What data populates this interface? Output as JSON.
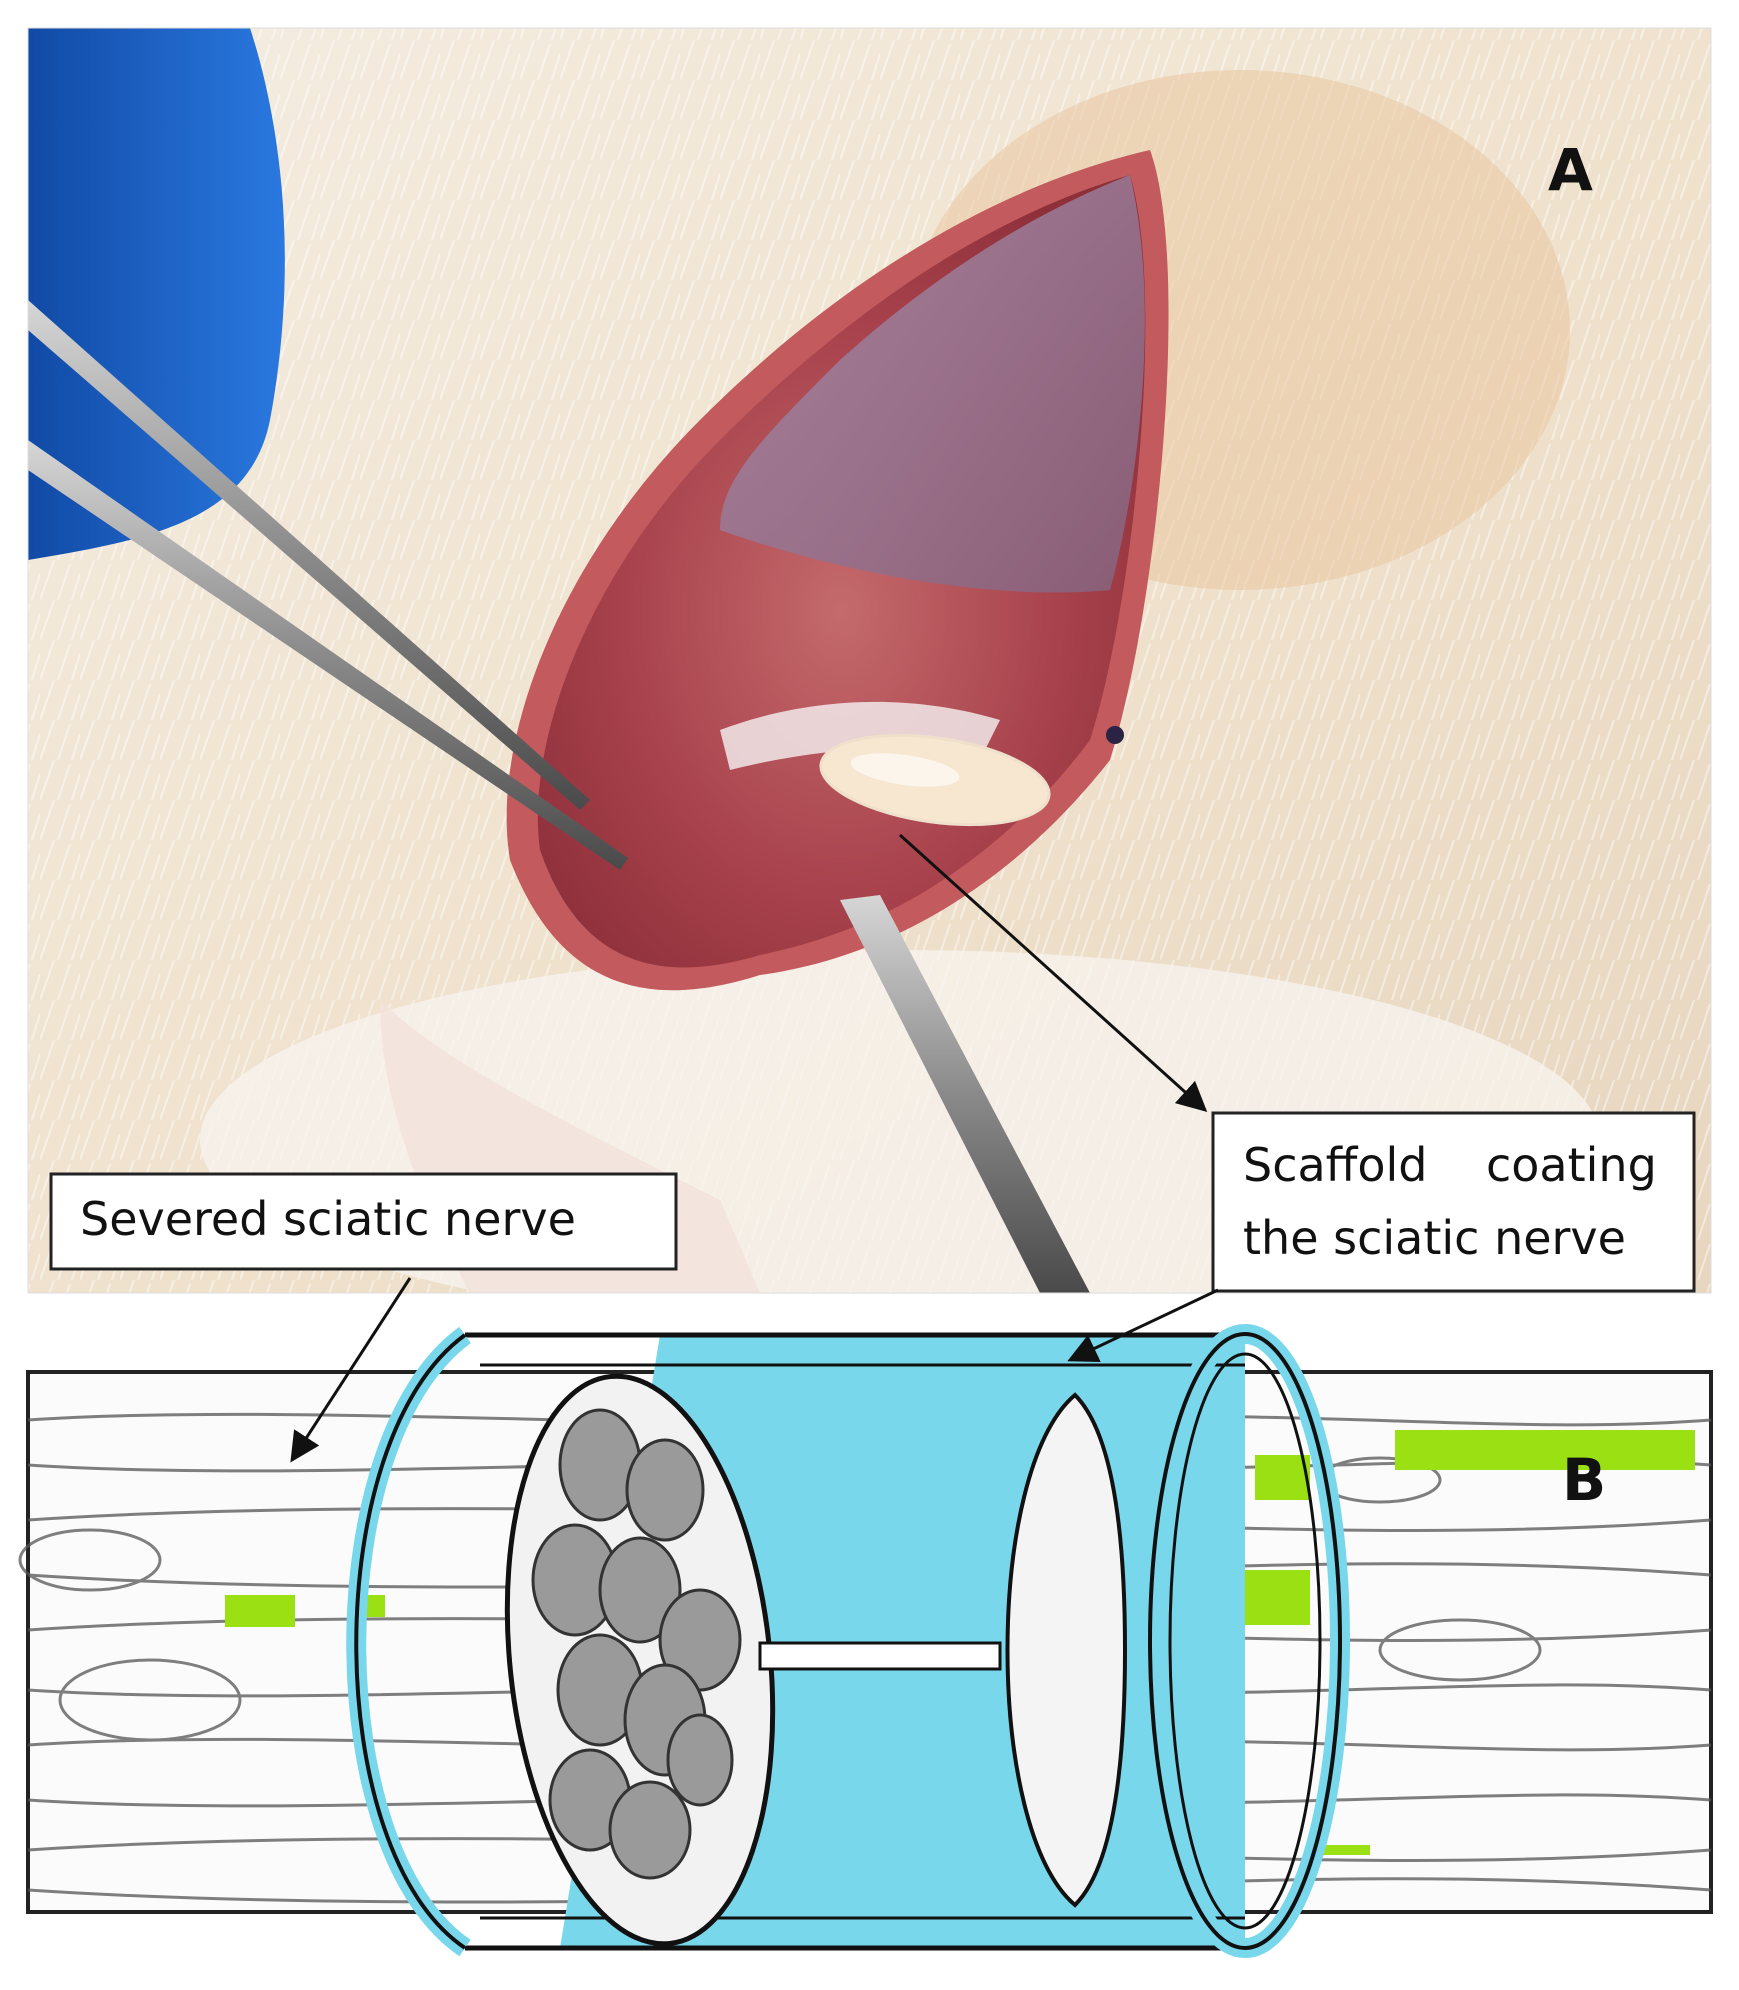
{
  "panels": {
    "a": {
      "letter": "A"
    },
    "b": {
      "letter": "B"
    }
  },
  "callouts": {
    "severed": {
      "text": "Severed sciatic nerve"
    },
    "scaffold": {
      "line1": "Scaffold    coating",
      "line2": "the sciatic nerve"
    }
  },
  "colors": {
    "scaffold": "#79d7ec",
    "green_marks": "#9ae012",
    "tissue": "#b0454f",
    "fur": "#efe4d6",
    "glove": "#1c63cc"
  }
}
